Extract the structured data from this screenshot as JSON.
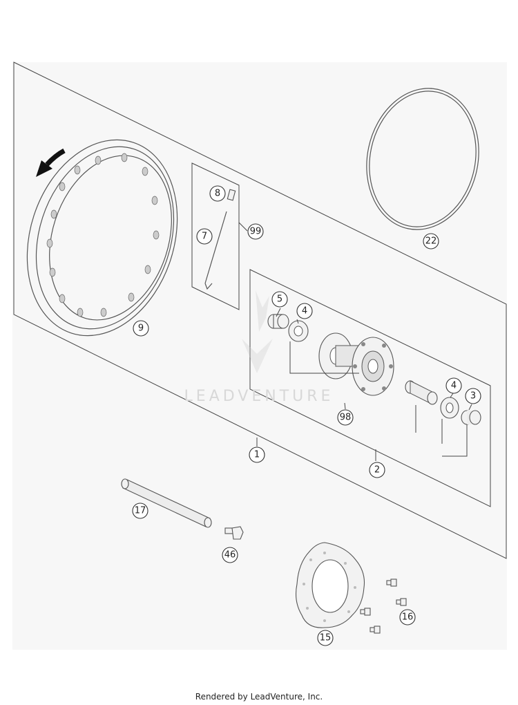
{
  "watermark": "LEADVENTURE",
  "footer": "Rendered by LeadVenture, Inc.",
  "callouts": {
    "c1": "1",
    "c2": "2",
    "c3": "3",
    "c4a": "4",
    "c4b": "4",
    "c5": "5",
    "c7": "7",
    "c8": "8",
    "c9": "9",
    "c15": "15",
    "c16": "16",
    "c17": "17",
    "c22": "22",
    "c46": "46",
    "c98": "98",
    "c99": "99"
  }
}
